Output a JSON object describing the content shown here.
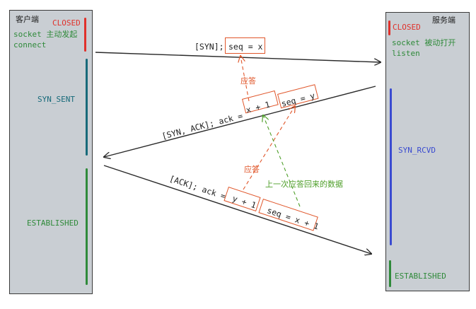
{
  "client": {
    "title": "客户端",
    "state_closed": "CLOSED",
    "action_line1": "socket",
    "action_line1_cn": "主动发起",
    "action_line2": "connect",
    "state_syn_sent": "SYN_SENT",
    "state_established": "ESTABLISHED"
  },
  "server": {
    "title": "服务端",
    "state_closed": "CLOSED",
    "action_line1": "socket",
    "action_line1_cn": "被动打开",
    "action_line2": "listen",
    "state_syn_rcvd": "SYN_RCVD",
    "state_established": "ESTABLISHED"
  },
  "messages": {
    "syn": {
      "prefix": "[SYN];",
      "seq": "seq = x"
    },
    "syn_ack": {
      "prefix": "[SYN, ACK]; ack =",
      "ack": "x + 1",
      "seq": "seq = y"
    },
    "ack": {
      "prefix": "[ACK]; ack =",
      "ack": "y + 1",
      "seq": "seq = x + 1"
    }
  },
  "annotations": {
    "reply_1": "应答",
    "reply_2": "应答",
    "prev_reply_data": "上一次应答回来的数据"
  },
  "colors": {
    "closed": "#e0312b",
    "syn_sent": "#176a7a",
    "established": "#2f8a3a",
    "syn_rcvd": "#3a4bd0",
    "annotation": "#e0562a",
    "prev_data": "#4f9f2a"
  }
}
